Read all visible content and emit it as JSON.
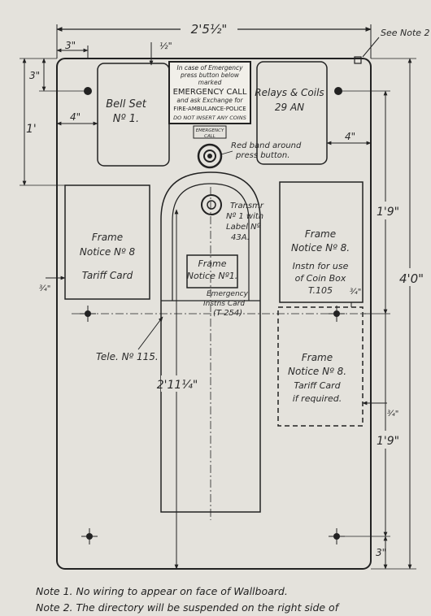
{
  "dims": {
    "overall_width": "2'5½\"",
    "see_note": "See Note 2",
    "left_margin": "3\"",
    "top_gap": "½\"",
    "top_offset": "3\"",
    "bell_offset": "4\"",
    "bell_height": "1'",
    "relay_offset": "4\"",
    "upper_height": "1'9\"",
    "overall_height": "4'0\"",
    "lower_height": "1'9\"",
    "bottom_offset": "3\"",
    "gap_left": "¾\"",
    "gap_right": "¾\"",
    "gap_right_2": "¾\"",
    "door_height": "2'11¼\""
  },
  "emergency_sign": {
    "line1": "In case of Emergency",
    "line2": "press button below",
    "line3": "marked",
    "line4": "EMERGENCY CALL",
    "line5": "and ask Exchange for",
    "line6": "FIRE-AMBULANCE-POLICE",
    "line7": "DO NOT INSERT ANY COINS"
  },
  "emergency_label": {
    "line1": "EMERGENCY",
    "line2": "CALL"
  },
  "labels": {
    "bell_set_1": "Bell Set",
    "bell_set_2": "Nº 1.",
    "relays_1": "Relays & Coils",
    "relays_2": "29 AN",
    "red_band_1": "Red band around",
    "red_band_2": "press button.",
    "transmitter_1": "Transmr",
    "transmitter_2": "Nº 1 with",
    "transmitter_3": "Label Nº",
    "transmitter_4": "43A.",
    "frame_left_1": "Frame",
    "frame_left_2": "Notice Nº 8",
    "frame_left_3": "Tariff Card",
    "frame_right_1": "Frame",
    "frame_right_2": "Notice Nº 8.",
    "frame_right_3": "Instn for use",
    "frame_right_4": "of Coin Box",
    "frame_right_5": "T.105",
    "frame_center_1": "Frame",
    "frame_center_2": "Notice Nº1.",
    "emergency_card_1": "Emergency",
    "emergency_card_2": "Instns Card",
    "emergency_card_3": "(T 254)",
    "tele": "Tele. Nº 115.",
    "frame_optional_1": "Frame",
    "frame_optional_2": "Notice Nº 8.",
    "frame_optional_3": "Tariff Card",
    "frame_optional_4": "if required."
  },
  "notes": {
    "note1": "Note 1.  No wiring to appear on face of Wallboard.",
    "note2": "Note 2.  The directory will be suspended on the right side of"
  }
}
